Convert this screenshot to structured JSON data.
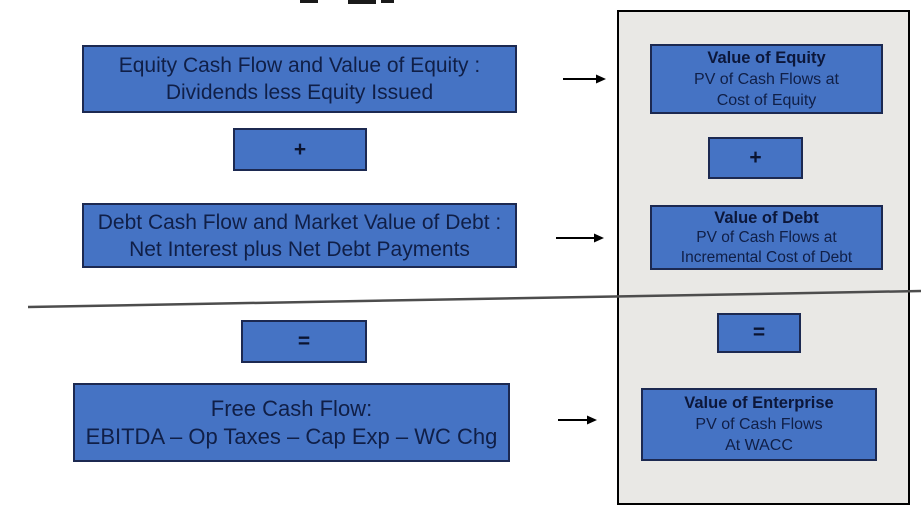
{
  "colors": {
    "box_fill_blue": "#4573c4",
    "box_border_navy": "#1c2951",
    "box_text_navy": "#101f47",
    "panel_fill_gray": "#e9e8e5",
    "panel_border_black": "#000000",
    "arrow_black": "#000000",
    "divider_gray": "#4d4d4d"
  },
  "left_column": {
    "equity_box": {
      "line1": "Equity Cash Flow and Value of Equity :",
      "line2": "Dividends less Equity Issued"
    },
    "plus_label": "+",
    "debt_box": {
      "line1": "Debt Cash Flow and Market Value of Debt :",
      "line2": "Net Interest plus Net Debt Payments"
    },
    "equals_label": "=",
    "fcf_box": {
      "line1": "Free Cash Flow:",
      "line2": "EBITDA – Op Taxes – Cap Exp – WC Chg"
    }
  },
  "right_panel": {
    "equity_box": {
      "title": "Value of Equity",
      "line1": "PV of Cash Flows at",
      "line2": "Cost of Equity"
    },
    "plus_label": "+",
    "debt_box": {
      "title": "Value of Debt",
      "line1": "PV of Cash Flows at",
      "line2": "Incremental Cost of Debt"
    },
    "equals_label": "=",
    "enterprise_box": {
      "title": "Value of Enterprise",
      "line1": "PV of Cash Flows",
      "line2": "At WACC"
    }
  }
}
